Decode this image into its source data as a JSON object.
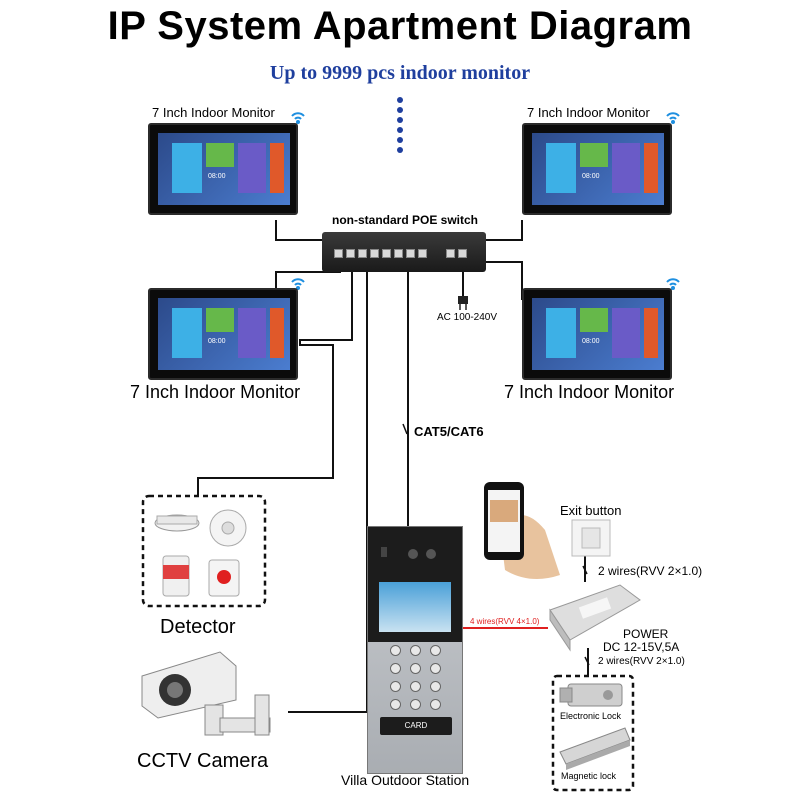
{
  "title": "IP System Apartment Diagram",
  "subtitle": "Up to 9999 pcs indoor monitor",
  "monitors": {
    "top_left_label": "7 Inch Indoor Monitor",
    "top_right_label": "7 Inch Indoor Monitor",
    "mid_left_label": "7 Inch Indoor Monitor",
    "mid_right_label": "7 Inch Indoor Monitor"
  },
  "switch": {
    "label": "non-standard POE switch",
    "power_label": "AC 100-240V"
  },
  "cable_label": "CAT5/CAT6",
  "detector_label": "Detector",
  "camera_label": "CCTV Camera",
  "station_label": "Villa Outdoor Station",
  "station_card_text": "CARD",
  "exit_button_label": "Exit button",
  "wire_labels": {
    "exit_to_power": "2 wires(RVV 2×1.0)",
    "station_to_power": "4 wires(RVV 4×1.0)",
    "power_to_lock": "2 wires(RVV 2×1.0)"
  },
  "power": {
    "line1": "POWER",
    "line2": "DC 12-15V,5A"
  },
  "locks": {
    "electronic": "Electronic Lock",
    "magnetic": "Magnetic lock"
  },
  "monitor_screen_time": "08:00",
  "colors": {
    "title": "#000000",
    "subtitle": "#1f3f9e",
    "dots": "#1f3f9e",
    "red_wire": "#e02020",
    "wire": "#111111",
    "wifi": "#1e8fe0"
  },
  "icons": [
    "wifi-icon",
    "smoke-detector-icon",
    "siren-icon",
    "emergency-button-icon",
    "pir-sensor-icon",
    "cctv-camera-icon",
    "smartphone-icon",
    "exit-button-icon",
    "power-supply-icon",
    "electronic-lock-icon",
    "magnetic-lock-icon",
    "plug-icon"
  ]
}
